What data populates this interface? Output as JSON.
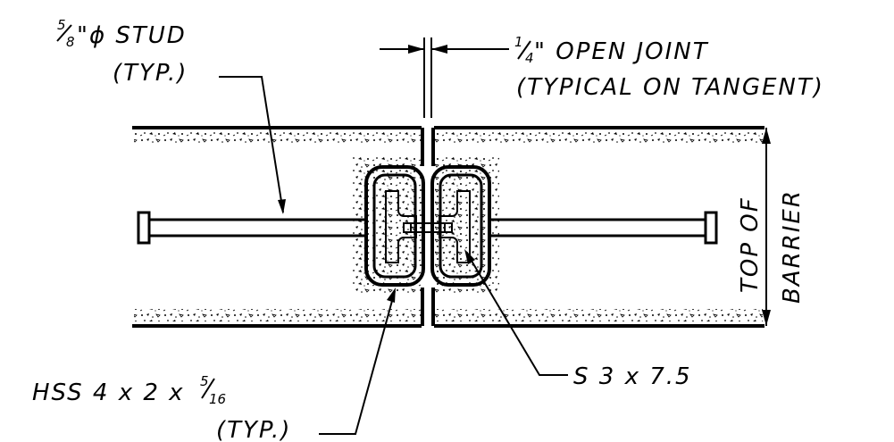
{
  "labels": {
    "stud_frac_num": "5",
    "stud_frac_den": "8",
    "stud_main": "\"ϕ STUD",
    "stud_typ": "(TYP.)",
    "joint_frac_num": "1",
    "joint_frac_den": "4",
    "joint_main": "\" OPEN JOINT",
    "joint_sub": "(TYPICAL ON TANGENT)",
    "top_of": "TOP OF",
    "barrier": "BARRIER",
    "hss_main": "HSS 4 x 2 x",
    "hss_frac_num": "5",
    "hss_frac_den": "16",
    "hss_typ": "(TYP.)",
    "beam": "S 3 x 7.5"
  }
}
